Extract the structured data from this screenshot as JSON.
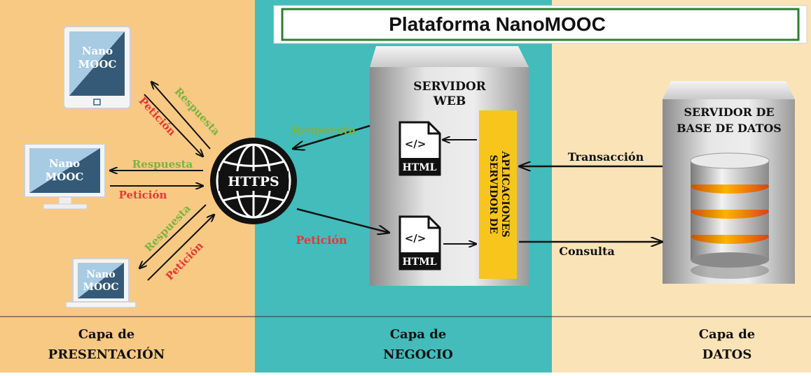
{
  "title": "Plataforma NanoMOOC",
  "colors": {
    "presentation_bg": "#f8c983",
    "business_bg": "#43bcbb",
    "data_bg": "#fbe3b8",
    "title_border": "#2e7d32",
    "response_green": "#7cb342",
    "request_red": "#e53935",
    "app_server_yellow": "#f8c51c",
    "device_screen_dark": "#3a5f7a",
    "device_screen_light": "#9fc4dc"
  },
  "devices": [
    {
      "kind": "tablet",
      "line1": "Nano",
      "line2": "MOOC"
    },
    {
      "kind": "monitor",
      "line1": "Nano",
      "line2": "MOOC"
    },
    {
      "kind": "laptop",
      "line1": "Nano",
      "line2": "MOOC"
    }
  ],
  "hub": {
    "label": "HTTPS",
    "icon": "globe-icon"
  },
  "labels": {
    "response": "Respuesta",
    "request": "Petición",
    "transaction": "Transacción",
    "query": "Consulta"
  },
  "web_server": {
    "line1": "SERVIDOR",
    "line2": "WEB",
    "doc_code": "</>",
    "doc_label": "HTML"
  },
  "app_server": {
    "line1": "SERVIDOR DE",
    "line2": "APLICACIONES"
  },
  "db_server": {
    "line1": "SERVIDOR DE",
    "line2": "BASE DE DATOS",
    "icon": "database-icon"
  },
  "layers": [
    {
      "line1": "Capa de",
      "line2": "PRESENTACIÓN"
    },
    {
      "line1": "Capa de",
      "line2": "NEGOCIO"
    },
    {
      "line1": "Capa de",
      "line2": "DATOS"
    }
  ]
}
